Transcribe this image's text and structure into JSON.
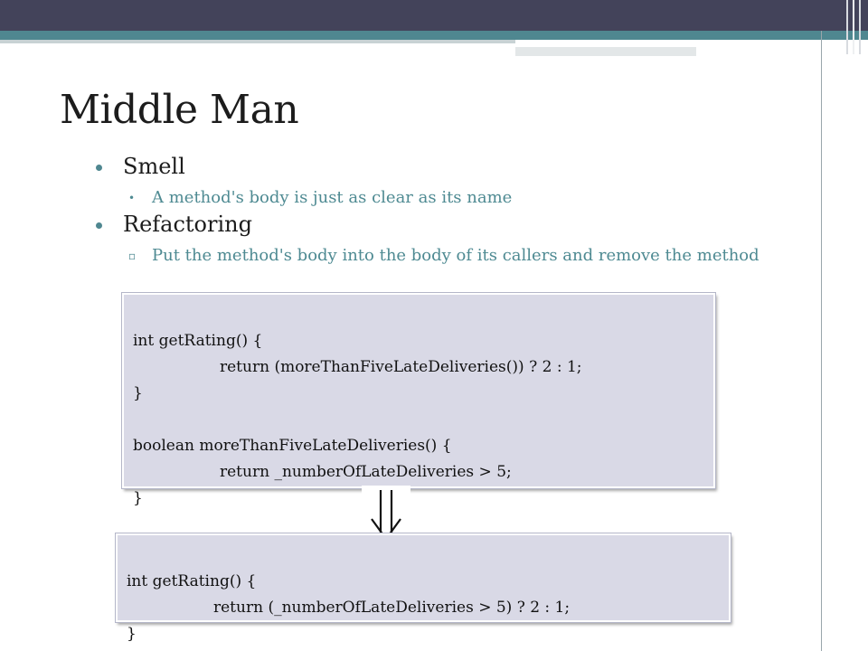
{
  "slide": {
    "title": "Middle Man",
    "bullets": [
      {
        "label": "Smell",
        "sub": [
          "A method's body is just as clear as its name"
        ]
      },
      {
        "label": "Refactoring",
        "sub": [
          "Put the method's body into the body of its callers and remove the method"
        ]
      }
    ]
  },
  "code_before": [
    "int getRating() {",
    "return (moreThanFiveLateDeliveries()) ? 2 : 1;",
    "}",
    "",
    "boolean moreThanFiveLateDeliveries() {",
    "return _numberOfLateDeliveries > 5;",
    "}"
  ],
  "code_after": [
    "int getRating() {",
    "return (_numberOfLateDeliveries > 5) ? 2 : 1;",
    "}"
  ],
  "icons": {
    "arrow": "double-down-arrow-icon"
  },
  "colors": {
    "accent": "#4f8790",
    "header_dark": "#43435a",
    "code_bg": "#d9d9e6",
    "sub_text": "#4e8a92"
  }
}
